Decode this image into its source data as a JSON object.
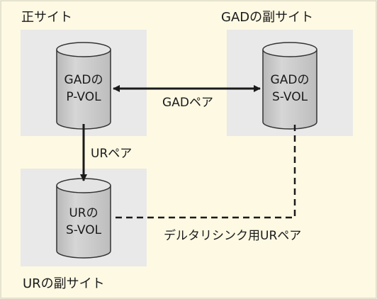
{
  "sites": {
    "primary": "正サイト",
    "gad_secondary": "GADの副サイト",
    "ur_secondary": "URの副サイト"
  },
  "volumes": {
    "gad_pvol": {
      "line1": "GADの",
      "line2": "P-VOL"
    },
    "gad_svol": {
      "line1": "GADの",
      "line2": "S-VOL"
    },
    "ur_svol": {
      "line1": "URの",
      "line2": "S-VOL"
    }
  },
  "connections": {
    "gad_pair": "GADペア",
    "ur_pair": "URペア",
    "delta_resync_pair": "デルタリシンク用URペア"
  },
  "colors": {
    "background": "#FDF9E3",
    "site_box": "#E9E9E9",
    "cylinder_body": "#C9C9C9",
    "cylinder_top": "#E4E4E4",
    "line": "#1A1A1A"
  }
}
